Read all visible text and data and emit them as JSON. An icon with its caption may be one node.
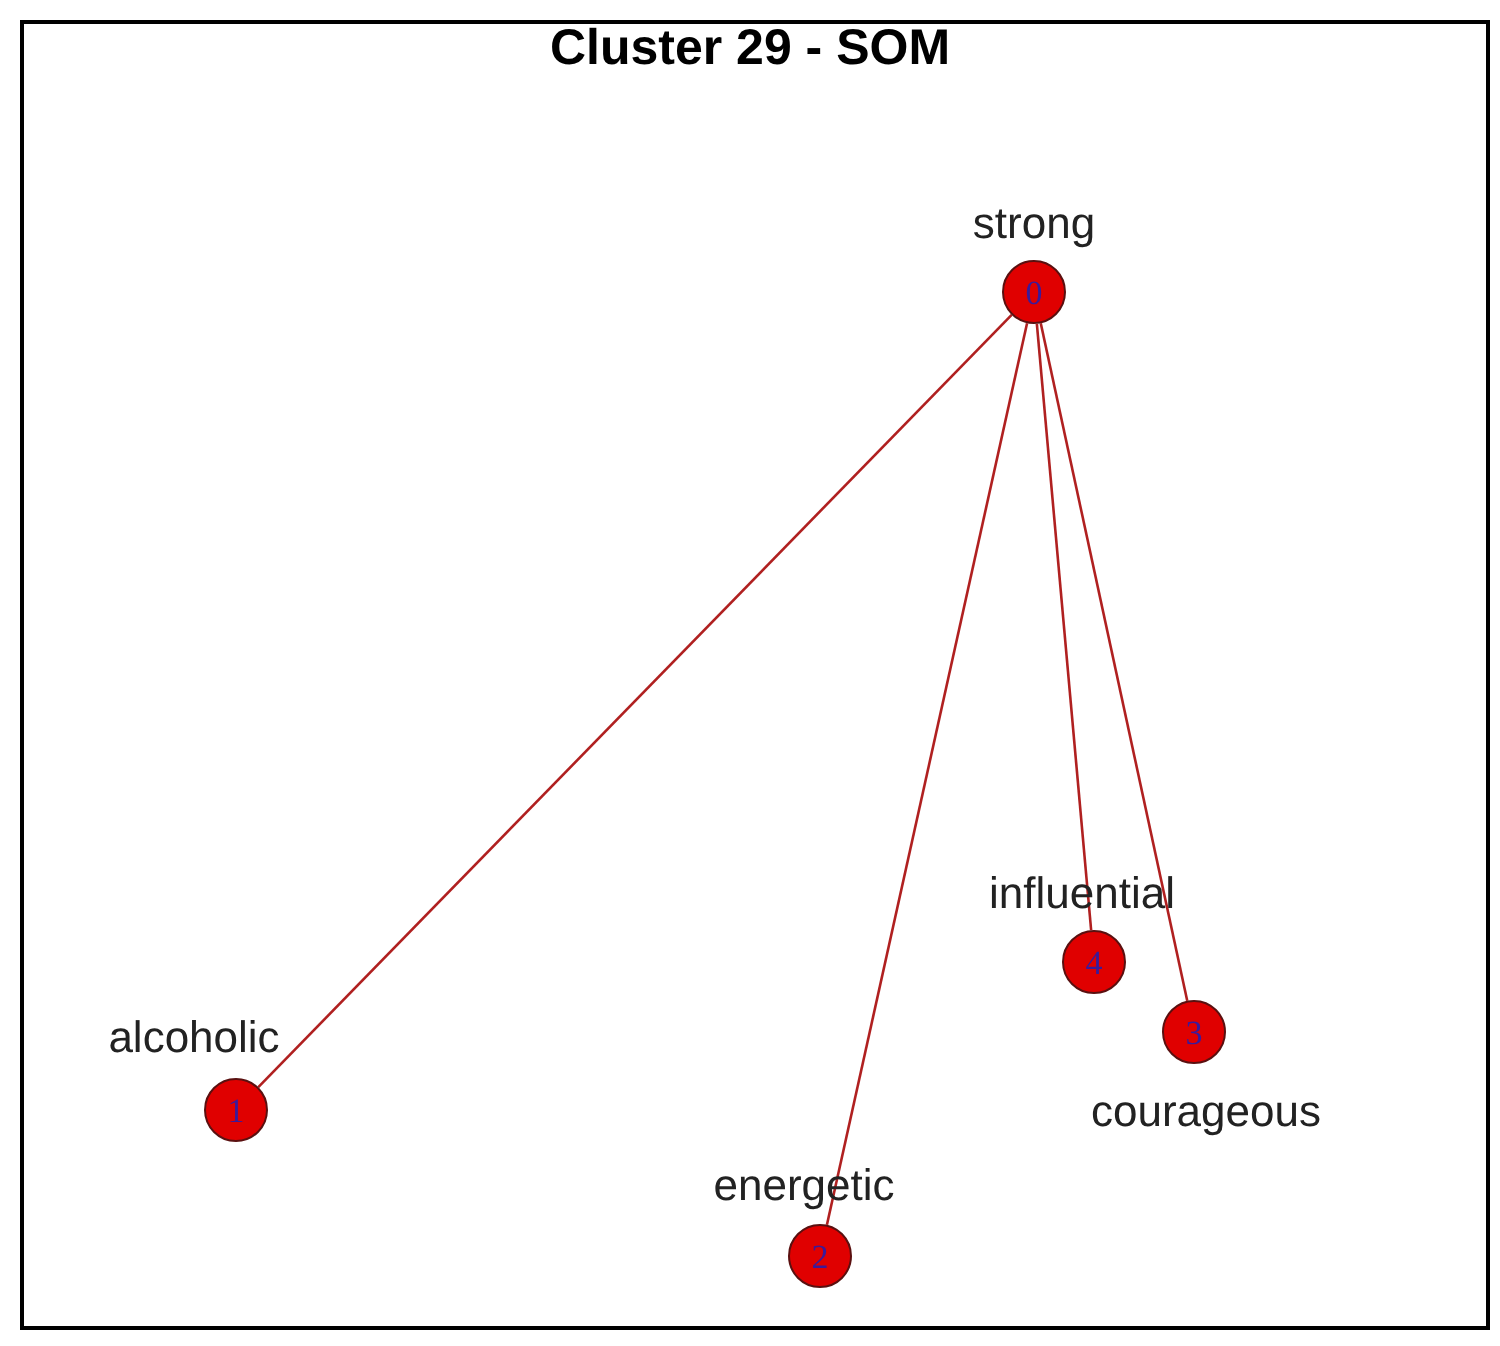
{
  "diagram": {
    "title": "Cluster 29 - SOM",
    "nodes": [
      {
        "text": [
          "0"
        ],
        "beside": [
          "strong"
        ]
      },
      {
        "text": [
          "1"
        ],
        "beside": [
          "alcoholic"
        ]
      },
      {
        "text": [
          "2"
        ],
        "beside": [
          "energetic"
        ]
      },
      {
        "text": [
          "3"
        ],
        "beside": [
          "courageous"
        ]
      },
      {
        "text": [
          "4"
        ],
        "beside": [
          "influential"
        ]
      }
    ],
    "edges": [
      {
        "from": 0,
        "to": 1,
        "arrow": "none"
      },
      {
        "from": 0,
        "to": 2,
        "arrow": "none"
      },
      {
        "from": 0,
        "to": 4,
        "arrow": "none"
      },
      {
        "from": 0,
        "to": 3,
        "arrow": "none"
      }
    ]
  }
}
